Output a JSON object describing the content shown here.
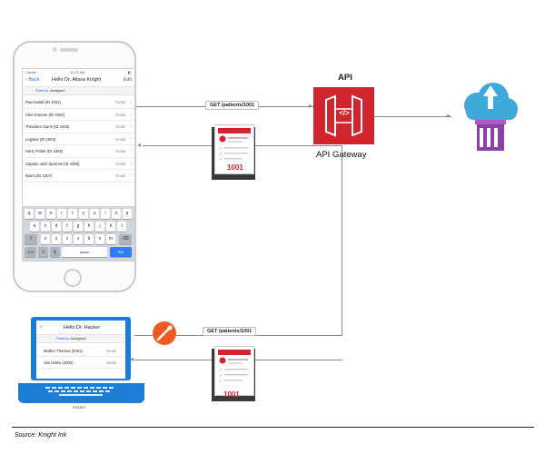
{
  "phone": {
    "status_carrier": "Carrier",
    "status_time": "11:27 AM",
    "back_label": "Back",
    "title": "Hello Dr. Alissa Knight",
    "edit_label": "Edit",
    "filter_key": "Patients",
    "filter_value": "Assigned",
    "patients": [
      {
        "name": "Paul Nutall (ID 1001)",
        "action": "Detail"
      },
      {
        "name": "Alex Graeme (ID 1002)",
        "action": "Detail"
      },
      {
        "name": "Theodore Cipris (ID 1003)",
        "action": "Detail"
      },
      {
        "name": "Legolas (ID 1004)",
        "action": "Detail"
      },
      {
        "name": "Harry Potter (ID 1005)",
        "action": "Detail"
      },
      {
        "name": "Captain Jack Sparrow (ID 1006)",
        "action": "Detail"
      },
      {
        "name": "Bjorni (ID 1007)",
        "action": "Detail"
      }
    ],
    "keyboard": {
      "row1": [
        "q",
        "w",
        "e",
        "r",
        "t",
        "y",
        "u",
        "i",
        "o",
        "p"
      ],
      "row2": [
        "a",
        "s",
        "d",
        "f",
        "g",
        "h",
        "j",
        "k",
        "l"
      ],
      "row3": [
        "z",
        "x",
        "c",
        "v",
        "b",
        "n",
        "m"
      ],
      "shift": "⇧",
      "delete": "⌫",
      "num_key": "123",
      "emoji_key": "☺",
      "mic_key": "🎙",
      "space_key": "space",
      "go_key": "Go"
    }
  },
  "requests": {
    "top_endpoint": "GET /patients/1001",
    "bottom_endpoint": "GET /patients/1001"
  },
  "api": {
    "title": "API",
    "label": "API Gateway",
    "icon_glyph": "</>",
    "color": "#d0252f"
  },
  "docs": {
    "record_number_top": "1001",
    "record_number_bottom": "1001"
  },
  "laptop": {
    "title": "Hello Dr. Hacker",
    "filter_key": "Patients",
    "filter_value": "Assigned",
    "patients": [
      {
        "name": "Mother Theresa (2001)",
        "action": "Detail"
      },
      {
        "name": "Van Halen (2002)",
        "action": "Detail"
      }
    ],
    "label": "Hacker"
  },
  "colors": {
    "cloud": "#3fa9dc",
    "database": "#8b3fa8",
    "laptop": "#1d7dd6",
    "hacker_icon": "#f05a22"
  },
  "footer": {
    "source": "Source: Knight Ink"
  }
}
